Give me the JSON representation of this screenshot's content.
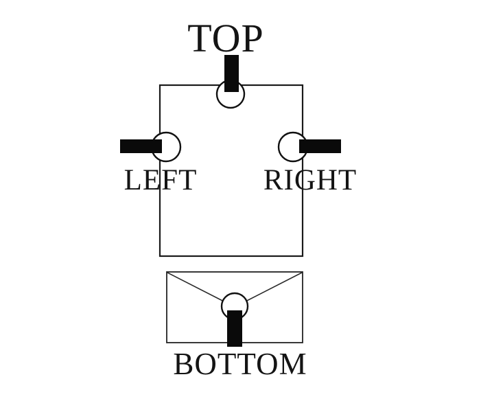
{
  "diagram": {
    "labels": {
      "top": "TOP",
      "left": "LEFT",
      "right": "RIGHT",
      "bottom": "BOTTOM"
    },
    "colors": {
      "ink": "#141414",
      "line": "#1a1a1a",
      "connector_fill": "#0a0a0a",
      "background": "#ffffff"
    }
  }
}
